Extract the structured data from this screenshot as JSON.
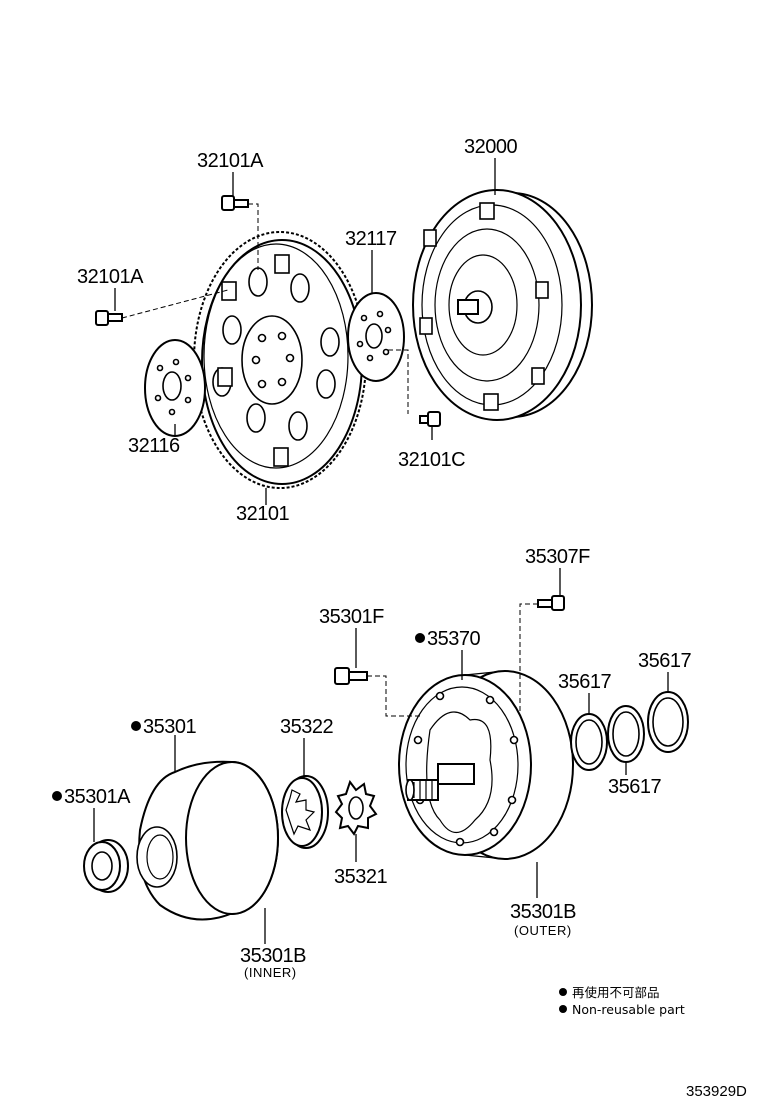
{
  "labels": {
    "l_32101A_top": "32101A",
    "l_32101A_left": "32101A",
    "l_32000": "32000",
    "l_32117": "32117",
    "l_32116": "32116",
    "l_32101C": "32101C",
    "l_32101": "32101",
    "l_35307F": "35307F",
    "l_35301F": "35301F",
    "l_35370": "35370",
    "l_35617_a": "35617",
    "l_35617_b": "35617",
    "l_35617_c": "35617",
    "l_35301": "35301",
    "l_35322": "35322",
    "l_35301A": "35301A",
    "l_35321": "35321",
    "l_35301B_outer": "35301B",
    "l_35301B_inner": "35301B"
  },
  "sublabels": {
    "outer": "(OUTER)",
    "inner": "(INNER)"
  },
  "legend": {
    "japanese": "再使用不可部品",
    "english": "Non-reusable part"
  },
  "drawing_code": "353929D"
}
